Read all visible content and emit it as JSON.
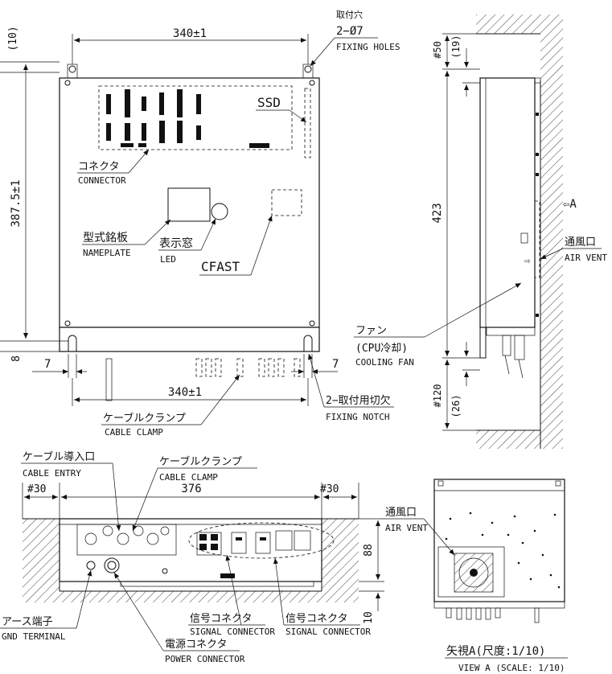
{
  "top_view": {
    "dim_top_width": "340±1",
    "dim_top_offset": "(10)",
    "dim_height": "387.5±1",
    "dim_bottom_offset": "8",
    "dim_notch_left": "7",
    "dim_notch_right": "7",
    "dim_bottom_width": "340±1",
    "fixing_holes_jp": "取付穴",
    "fixing_holes_count": "2−Ø7",
    "fixing_holes_en": "FIXING HOLES",
    "ssd": "SSD",
    "connector_jp": "コネクタ",
    "connector_en": "CONNECTOR",
    "nameplate_jp": "型式銘板",
    "nameplate_en": "NAMEPLATE",
    "led_jp": "表示窓",
    "led_en": "LED",
    "cfast": "CFAST",
    "fixing_notch_jp": "2−取付用切欠",
    "fixing_notch_en": "FIXING NOTCH",
    "cable_clamp_jp": "ケーブルクランプ",
    "cable_clamp_en": "CABLE CLAMP"
  },
  "side_view": {
    "dim_top_clear": "#50",
    "dim_top_inner": "(19)",
    "dim_height": "423",
    "dim_bottom_clear": "#120",
    "dim_bottom_inner": "(26)",
    "view_arrow": "⇦A",
    "air_vent_jp": "通風口",
    "air_vent_en": "AIR VENT",
    "fan_jp": "ファン",
    "fan_sub_jp": "(CPU冷却)",
    "fan_en": "COOLING FAN"
  },
  "bottom_view": {
    "cable_entry_jp": "ケーブル導入口",
    "cable_entry_en": "CABLE ENTRY",
    "cable_clamp_jp": "ケーブルクランプ",
    "cable_clamp_en": "CABLE CLAMP",
    "dim_left_clear": "#30",
    "dim_width": "376",
    "dim_right_clear": "#30",
    "dim_depth": "88",
    "dim_bottom": "10",
    "gnd_jp": "アース端子",
    "gnd_en": "GND TERMINAL",
    "power_jp": "電源コネクタ",
    "power_en": "POWER CONNECTOR",
    "signal1_jp": "信号コネクタ",
    "signal1_en": "SIGNAL CONNECTOR",
    "signal2_jp": "信号コネクタ",
    "signal2_en": "SIGNAL CONNECTOR"
  },
  "view_a": {
    "air_vent_jp": "通風口",
    "air_vent_en": "AIR VENT",
    "title_jp": "矢視A(尺度:1/10)",
    "title_en": "VIEW A (SCALE: 1/10)"
  }
}
